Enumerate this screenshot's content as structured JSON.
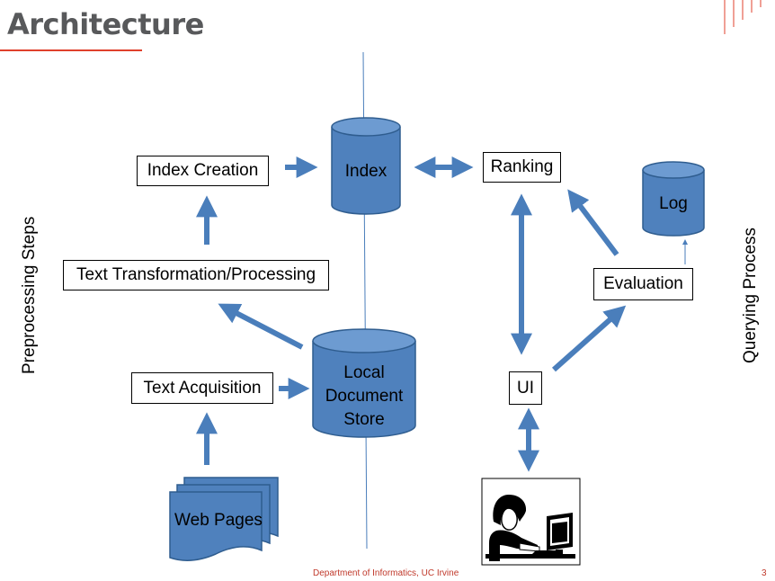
{
  "slide": {
    "title": "Architecture",
    "footer": "Department of Informatics, UC Irvine",
    "page_number": "3"
  },
  "sides": {
    "left": "Preprocessing Steps",
    "right": "Querying Process"
  },
  "nodes": {
    "index_creation": "Index Creation",
    "index": "Index",
    "ranking": "Ranking",
    "log": "Log",
    "text_transformation": "Text Transformation/Processing",
    "evaluation": "Evaluation",
    "local_store": [
      "Local",
      "Document",
      "Store"
    ],
    "text_acquisition": "Text Acquisition",
    "ui": "UI",
    "web_pages": "Web Pages"
  },
  "colors": {
    "arrow": "#4a7ebb",
    "cylinder_fill": "#4f81bd",
    "cylinder_stroke": "#2f5d8f",
    "title_rule": "#e0402c",
    "footer": "#c0392b"
  },
  "icons": {
    "user": "person-at-computer-icon"
  }
}
